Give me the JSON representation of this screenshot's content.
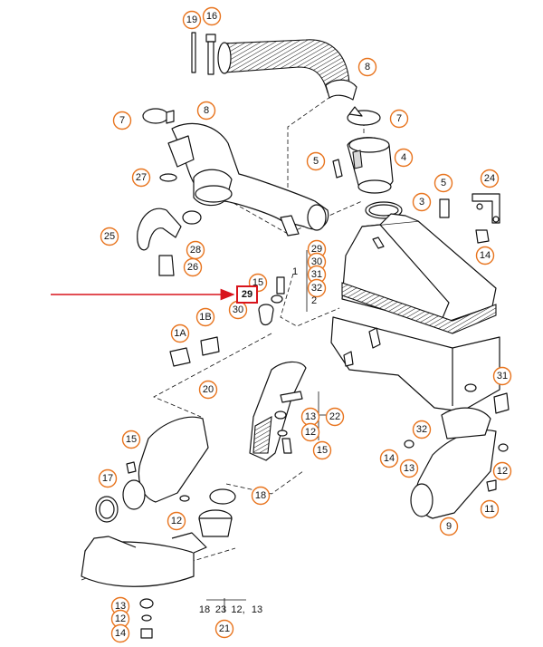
{
  "colors": {
    "callout_stroke": "#e8741e",
    "highlight_box": "#d8141c",
    "pointer_arrow": "#d8141c",
    "line": "#111111"
  },
  "callouts": [
    {
      "label": "19"
    },
    {
      "label": "16"
    },
    {
      "label": "8"
    },
    {
      "label": "7"
    },
    {
      "label": "8"
    },
    {
      "label": "7"
    },
    {
      "label": "5"
    },
    {
      "label": "4"
    },
    {
      "label": "27"
    },
    {
      "label": "24"
    },
    {
      "label": "5"
    },
    {
      "label": "3"
    },
    {
      "label": "25"
    },
    {
      "label": "28"
    },
    {
      "label": "26"
    },
    {
      "label": "14"
    },
    {
      "label": "29"
    },
    {
      "label": "30"
    },
    {
      "label": "31"
    },
    {
      "label": "32"
    },
    {
      "label": "15"
    },
    {
      "label": "30"
    },
    {
      "label": "1A"
    },
    {
      "label": "1B"
    },
    {
      "label": "31"
    },
    {
      "label": "20"
    },
    {
      "label": "13"
    },
    {
      "label": "22"
    },
    {
      "label": "12"
    },
    {
      "label": "15"
    },
    {
      "label": "32"
    },
    {
      "label": "15"
    },
    {
      "label": "14"
    },
    {
      "label": "13"
    },
    {
      "label": "12"
    },
    {
      "label": "17"
    },
    {
      "label": "18"
    },
    {
      "label": "12"
    },
    {
      "label": "11"
    },
    {
      "label": "9"
    },
    {
      "label": "13"
    },
    {
      "label": "12"
    },
    {
      "label": "14"
    },
    {
      "label": "21"
    }
  ],
  "plain_labels": [
    {
      "label": "1"
    },
    {
      "label": "2"
    },
    {
      "label": "18"
    },
    {
      "label": "23"
    },
    {
      "label": "12,"
    },
    {
      "label": "13"
    }
  ],
  "highlighted_callout": {
    "label": "29"
  }
}
